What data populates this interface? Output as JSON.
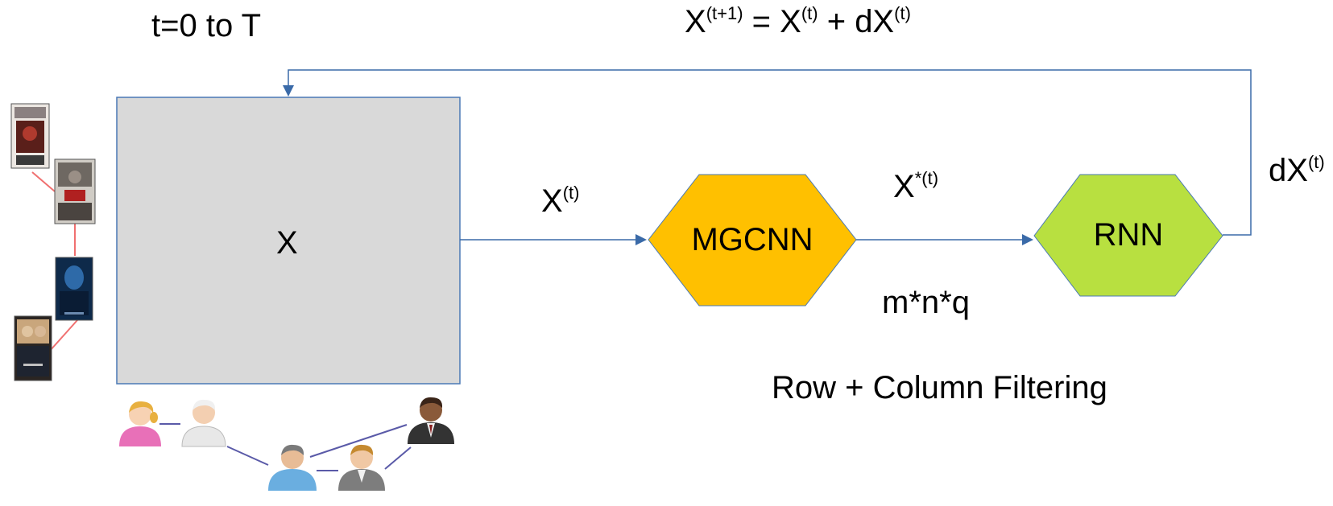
{
  "time_range": "t=0 to T",
  "update_rule": {
    "lhs_base": "X",
    "lhs_sup": "(t+1)",
    "eq": " = ",
    "rhs1_base": "X",
    "rhs1_sup": "(t)",
    "plus": " + ",
    "rhs2_base": "dX",
    "rhs2_sup": "(t)"
  },
  "matrix_label": "X",
  "edge_x_t": {
    "base": "X",
    "sup": "(t)"
  },
  "edge_x_star": {
    "base": "X",
    "sup": "*(t)"
  },
  "edge_dx": {
    "base": "dX",
    "sup": "(t)"
  },
  "dimensions": "m*n*q",
  "filtering_label": "Row + Column Filtering",
  "nodes": {
    "mgcnn": "MGCNN",
    "rnn": "RNN"
  },
  "colors": {
    "matrix_fill": "#d9d9d9",
    "matrix_border": "#4a79b5",
    "mgcnn_fill": "#ffc000",
    "rnn_fill": "#b8e040",
    "arrow": "#3a6aa8",
    "movie_link": "#f07070",
    "user_link": "#5a5aa8"
  },
  "icons": [
    "movie-poster-icon",
    "user-avatar-icon"
  ]
}
